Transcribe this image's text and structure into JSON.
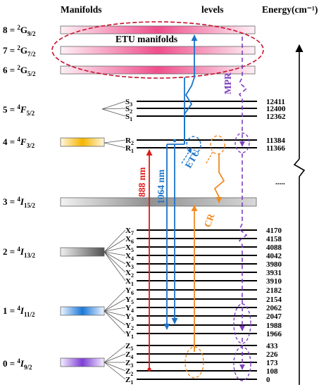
{
  "header": {
    "manifolds": "Manifolds",
    "levels": "levels",
    "energy": "Energy(cm⁻¹)"
  },
  "manifolds": [
    {
      "num": "8",
      "sup": "2",
      "letter": "G",
      "frac": "9/2"
    },
    {
      "num": "7",
      "sup": "2",
      "letter": "G",
      "frac": "7/2"
    },
    {
      "num": "6",
      "sup": "2",
      "letter": "G",
      "frac": "5/2"
    },
    {
      "num": "5",
      "sup": "4",
      "letter": "F",
      "frac": "5/2"
    },
    {
      "num": "4",
      "sup": "4",
      "letter": "F",
      "frac": "3/2"
    },
    {
      "num": "3",
      "sup": "4",
      "letter": "I",
      "frac": "15/2"
    },
    {
      "num": "2",
      "sup": "4",
      "letter": "I",
      "frac": "13/2"
    },
    {
      "num": "1",
      "sup": "4",
      "letter": "I",
      "frac": "11/2"
    },
    {
      "num": "0",
      "sup": "4",
      "letter": "I",
      "frac": "9/2"
    }
  ],
  "etu_label": "ETU manifolds",
  "groups": [
    {
      "letter": "S",
      "levels": [
        {
          "sub": "3",
          "energy": "12411"
        },
        {
          "sub": "2",
          "energy": "12400"
        },
        {
          "sub": "1",
          "energy": "12362"
        }
      ]
    },
    {
      "letter": "R",
      "levels": [
        {
          "sub": "2",
          "energy": "11384"
        },
        {
          "sub": "1",
          "energy": "11366"
        }
      ]
    },
    {
      "letter": "X",
      "levels": [
        {
          "sub": "7",
          "energy": "4170"
        },
        {
          "sub": "6",
          "energy": "4158"
        },
        {
          "sub": "5",
          "energy": "4088"
        },
        {
          "sub": "4",
          "energy": "4042"
        },
        {
          "sub": "3",
          "energy": "3980"
        },
        {
          "sub": "2",
          "energy": "3931"
        },
        {
          "sub": "1",
          "energy": "3910"
        }
      ]
    },
    {
      "letter": "Y",
      "levels": [
        {
          "sub": "6",
          "energy": "2182"
        },
        {
          "sub": "5",
          "energy": "2154"
        },
        {
          "sub": "4",
          "energy": "2062"
        },
        {
          "sub": "3",
          "energy": "2047"
        },
        {
          "sub": "2",
          "energy": "1988"
        },
        {
          "sub": "1",
          "energy": "1966"
        }
      ]
    },
    {
      "letter": "Z",
      "levels": [
        {
          "sub": "5",
          "energy": "433"
        },
        {
          "sub": "4",
          "energy": "226"
        },
        {
          "sub": "3",
          "energy": "173"
        },
        {
          "sub": "2",
          "energy": "108"
        },
        {
          "sub": "1",
          "energy": "0"
        }
      ]
    }
  ],
  "transitions": {
    "pump": "888 nm",
    "emission": "1064 nm",
    "etu": "ETU",
    "cr": "CR",
    "mpr": "MPR"
  },
  "axis_break": "....."
}
